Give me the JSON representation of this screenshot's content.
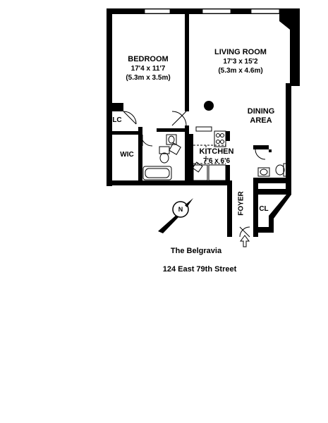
{
  "rooms": {
    "bedroom": {
      "name": "BEDROOM",
      "dim_ft": "17'4 x 11'7",
      "dim_m": "(5.3m x 3.5m)"
    },
    "living": {
      "name": "LIVING ROOM",
      "dim_ft": "17'3 x 15'2",
      "dim_m": "(5.3m x 4.6m)"
    },
    "dining": {
      "line1": "DINING",
      "line2": "AREA"
    },
    "kitchen": {
      "name": "KITCHEN",
      "dim_ft": "7'6 x 6'6"
    },
    "lc": "LC",
    "wic": "WIC",
    "foyer": "FOYER",
    "cl": "CL"
  },
  "compass": {
    "letter": "N",
    "icon": "north-arrow-icon"
  },
  "building": {
    "name": "The Belgravia",
    "address": "124 East 79th Street"
  },
  "colors": {
    "wall": "#000000",
    "background": "#ffffff"
  }
}
